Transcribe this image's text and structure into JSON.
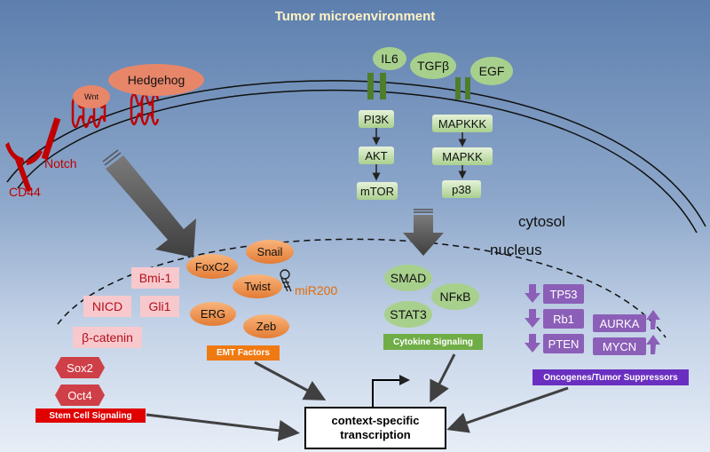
{
  "title": "Tumor microenvironment",
  "compartments": {
    "cytosol": "cytosol",
    "nucleus": "nucleus"
  },
  "receptors": {
    "cd44": "CD44",
    "notch": "Notch",
    "wnt": "Wnt",
    "hedgehog": "Hedgehog"
  },
  "ligands": {
    "il6": "IL6",
    "tgfb": "TGFβ",
    "egf": "EGF"
  },
  "pathway_left": [
    "PI3K",
    "AKT",
    "mTOR"
  ],
  "pathway_right": [
    "MAPKKK",
    "MAPKK",
    "p38"
  ],
  "stem_cell": {
    "factors": [
      "Bmi-1",
      "NICD",
      "Gli1",
      "β-catenin"
    ],
    "markers": [
      "Sox2",
      "Oct4"
    ],
    "label": "Stem Cell Signaling"
  },
  "emt": {
    "factors": [
      "FoxC2",
      "Snail",
      "Twist",
      "ERG",
      "Zeb"
    ],
    "mirna": "miR200",
    "label": "EMT Factors"
  },
  "cytokine": {
    "factors": [
      "SMAD",
      "NFκB",
      "STAT3"
    ],
    "label": "Cytokine Signaling"
  },
  "oncogenes": {
    "down": [
      "TP53",
      "Rb1",
      "PTEN"
    ],
    "up": [
      "AURKA",
      "MYCN"
    ],
    "label": "Oncogenes/Tumor Suppressors"
  },
  "result": {
    "line1": "context-specific",
    "line2": "transcription"
  },
  "colors": {
    "green": "#a8d08d",
    "dark_green": "#4e7d2b",
    "red": "#c00000",
    "pink": "#f7c9cd",
    "orange": "#e37c35",
    "purple": "#8b5fb8",
    "purple_tag": "#6a2fc0",
    "red_tag": "#e00000",
    "green_tag": "#70ad47"
  }
}
